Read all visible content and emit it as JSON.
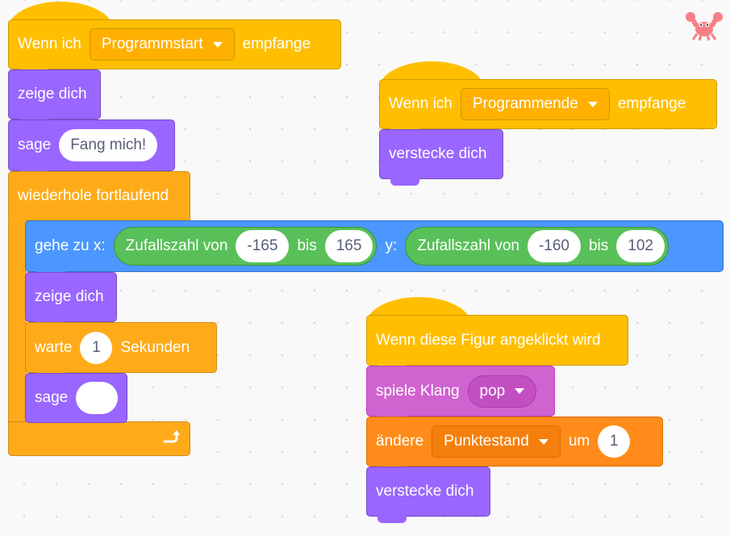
{
  "script1": {
    "hat_prefix": "Wenn ich",
    "hat_message": "Programmstart",
    "hat_suffix": "empfange",
    "show": "zeige dich",
    "say_label": "sage",
    "say_value": "Fang mich!",
    "forever": "wiederhole fortlaufend",
    "goto_prefix": "gehe zu x:",
    "random1_label": "Zufallszahl von",
    "random1_from": "-165",
    "random1_to_label": "bis",
    "random1_to": "165",
    "y_label": "y:",
    "random2_label": "Zufallszahl von",
    "random2_from": "-160",
    "random2_to_label": "bis",
    "random2_to": "102",
    "show2": "zeige dich",
    "wait_label": "warte",
    "wait_value": "1",
    "wait_unit": "Sekunden",
    "say2_label": "sage",
    "say2_value": ""
  },
  "script2": {
    "hat_prefix": "Wenn ich",
    "hat_message": "Programmende",
    "hat_suffix": "empfange",
    "hide": "verstecke dich"
  },
  "script3": {
    "hat": "Wenn diese Figur angeklickt wird",
    "sound_label": "spiele Klang",
    "sound_value": "pop",
    "change_label": "ändere",
    "change_var": "Punktestand",
    "change_by": "um",
    "change_value": "1",
    "hide": "verstecke dich"
  },
  "colors": {
    "events": "#ffbf00",
    "looks": "#9966ff",
    "control": "#ffab19",
    "motion": "#4c97ff",
    "operators": "#59c059",
    "sound": "#cf63cf",
    "variables": "#ff8c1a"
  },
  "sprite_icon": "crab-icon"
}
